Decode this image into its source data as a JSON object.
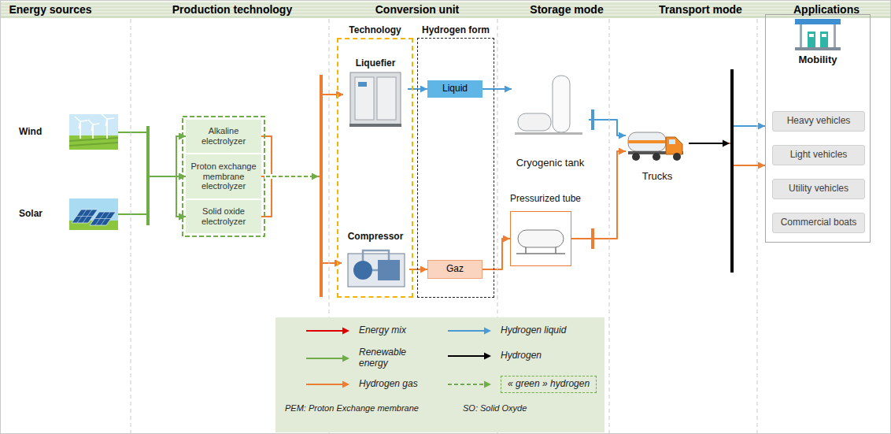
{
  "diagram": {
    "nodes": [
      {
        "text": [
          "Wind"
        ]
      },
      {
        "text": [
          "Solar"
        ]
      },
      {
        "text": [
          "Alkaline electrolyzer"
        ]
      },
      {
        "text": [
          "Proton exchange membrane electrolyzer"
        ]
      },
      {
        "text": [
          "Solid oxide electrolyzer"
        ]
      },
      {
        "text": [
          "Technology"
        ]
      },
      {
        "text": [
          "Liquefier"
        ],
        "in": 5
      },
      {
        "text": [
          "Compressor"
        ],
        "in": 5
      },
      {
        "text": [
          "Hydrogen form"
        ]
      },
      {
        "text": [
          "Liquid"
        ],
        "in": 8
      },
      {
        "text": [
          "Gaz"
        ],
        "in": 8
      },
      {
        "text": [
          "Cryogenic tank"
        ]
      },
      {
        "text": [
          "Pressurized tube"
        ]
      },
      {
        "text": [
          "Trucks"
        ]
      },
      {
        "text": [
          "Mobility"
        ]
      },
      {
        "text": [
          "Heavy vehicles"
        ],
        "in": 14
      },
      {
        "text": [
          "Light vehicles"
        ],
        "in": 14
      },
      {
        "text": [
          "Utility vehicles"
        ],
        "in": 14
      },
      {
        "text": [
          "Commercial boats"
        ],
        "in": 14
      }
    ],
    "edges": [
      {
        "from": 0,
        "to": 2,
        "arrow": "to"
      },
      {
        "from": 0,
        "to": 3,
        "arrow": "to"
      },
      {
        "from": 0,
        "to": 4,
        "arrow": "to"
      },
      {
        "from": 1,
        "to": 2,
        "arrow": "to"
      },
      {
        "from": 1,
        "to": 3,
        "arrow": "to"
      },
      {
        "from": 1,
        "to": 4,
        "arrow": "to"
      },
      {
        "from": 2,
        "to": 6,
        "arrow": "to"
      },
      {
        "from": 2,
        "to": 7,
        "arrow": "to"
      },
      {
        "from": 3,
        "to": 6,
        "arrow": "to"
      },
      {
        "from": 3,
        "to": 7,
        "arrow": "to"
      },
      {
        "from": 4,
        "to": 6,
        "arrow": "to"
      },
      {
        "from": 4,
        "to": 7,
        "arrow": "to"
      },
      {
        "from": 6,
        "to": 9,
        "arrow": "to"
      },
      {
        "from": 7,
        "to": 10,
        "arrow": "to"
      },
      {
        "from": 9,
        "to": 11,
        "arrow": "to"
      },
      {
        "from": 10,
        "to": 12,
        "arrow": "to"
      },
      {
        "from": 11,
        "to": 13,
        "arrow": "to"
      },
      {
        "from": 12,
        "to": 13,
        "arrow": "to"
      },
      {
        "from": 13,
        "to": 14,
        "arrow": "to"
      },
      {
        "from": 13,
        "to": 14,
        "arrow": "to"
      }
    ],
    "labels": [
      "Energy sources",
      "Production technology",
      "Conversion unit",
      "Storage mode",
      "Transport mode",
      "Applications",
      "PEM: Proton Exchange membrane",
      "SO: Solid Oxyde"
    ],
    "legend": [
      {
        "text": "Energy mix"
      },
      {
        "text": "Hydrogen liquid"
      },
      {
        "text": "Renewable energy"
      },
      {
        "text": "Hydrogen"
      },
      {
        "text": "Hydrogen gas"
      },
      {
        "text": "« green » hydrogen"
      }
    ]
  }
}
